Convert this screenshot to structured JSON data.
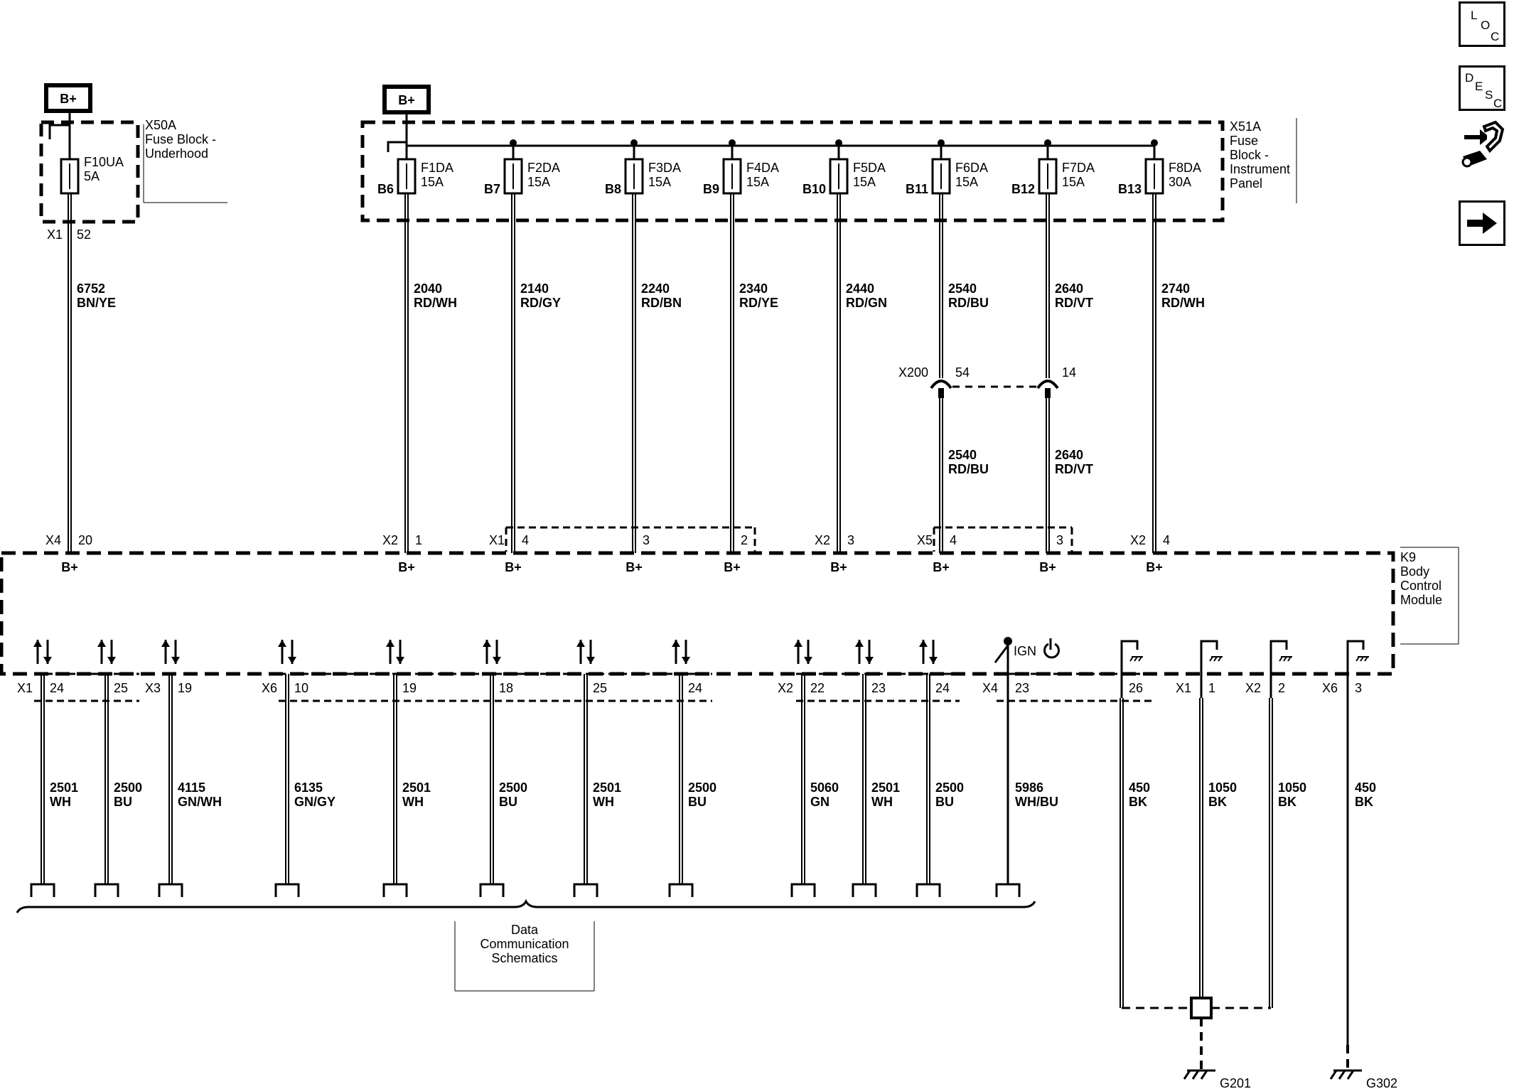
{
  "power": {
    "label": "B+"
  },
  "fuse_block_underhood": {
    "name": [
      "X50A",
      "Fuse Block -",
      "Underhood"
    ],
    "fuse": {
      "id": "F10UA",
      "rating": "5A"
    },
    "connector": "X1",
    "pin": "52"
  },
  "fuse_block_ip": {
    "name": [
      "X51A",
      "Fuse",
      "Block -",
      "Instrument",
      "Panel"
    ],
    "fuses": [
      {
        "pin": "B6",
        "id": "F1DA",
        "rating": "15A"
      },
      {
        "pin": "B7",
        "id": "F2DA",
        "rating": "15A"
      },
      {
        "pin": "B8",
        "id": "F3DA",
        "rating": "15A"
      },
      {
        "pin": "B9",
        "id": "F4DA",
        "rating": "15A"
      },
      {
        "pin": "B10",
        "id": "F5DA",
        "rating": "15A"
      },
      {
        "pin": "B11",
        "id": "F6DA",
        "rating": "15A"
      },
      {
        "pin": "B12",
        "id": "F7DA",
        "rating": "15A"
      },
      {
        "pin": "B13",
        "id": "F8DA",
        "rating": "30A"
      }
    ]
  },
  "upper_wires": [
    {
      "circuit": "6752",
      "color": "BN/YE"
    },
    {
      "circuit": "2040",
      "color": "RD/WH"
    },
    {
      "circuit": "2140",
      "color": "RD/GY"
    },
    {
      "circuit": "2240",
      "color": "RD/BN"
    },
    {
      "circuit": "2340",
      "color": "RD/YE"
    },
    {
      "circuit": "2440",
      "color": "RD/GN"
    },
    {
      "circuit": "2540",
      "color": "RD/BU"
    },
    {
      "circuit": "2640",
      "color": "RD/VT"
    },
    {
      "circuit": "2740",
      "color": "RD/WH"
    }
  ],
  "inline_connector": {
    "name": "X200",
    "pins": [
      "54",
      "14"
    ],
    "wires": [
      {
        "circuit": "2540",
        "color": "RD/BU"
      },
      {
        "circuit": "2640",
        "color": "RD/VT"
      }
    ]
  },
  "module_upper_pins": [
    {
      "connector": "X4",
      "pin": "20"
    },
    {
      "connector": "X2",
      "pin": "1"
    },
    {
      "connector": "X1",
      "pin": "4"
    },
    {
      "connector": "",
      "pin": "3"
    },
    {
      "connector": "",
      "pin": "2"
    },
    {
      "connector": "X2",
      "pin": "3"
    },
    {
      "connector": "X5",
      "pin": "4"
    },
    {
      "connector": "",
      "pin": "3"
    },
    {
      "connector": "X2",
      "pin": "4"
    }
  ],
  "module": {
    "name": [
      "K9",
      "Body",
      "Control",
      "Module"
    ],
    "bplus": "B+",
    "ign": "IGN"
  },
  "lower_pins": [
    {
      "connector": "X1",
      "pin": "24",
      "circuit": "2501",
      "color": "WH"
    },
    {
      "connector": "",
      "pin": "25",
      "circuit": "2500",
      "color": "BU"
    },
    {
      "connector": "X3",
      "pin": "19",
      "circuit": "4115",
      "color": "GN/WH"
    },
    {
      "connector": "X6",
      "pin": "10",
      "circuit": "6135",
      "color": "GN/GY"
    },
    {
      "connector": "",
      "pin": "19",
      "circuit": "2501",
      "color": "WH"
    },
    {
      "connector": "",
      "pin": "18",
      "circuit": "2500",
      "color": "BU"
    },
    {
      "connector": "",
      "pin": "25",
      "circuit": "2501",
      "color": "WH"
    },
    {
      "connector": "",
      "pin": "24",
      "circuit": "2500",
      "color": "BU"
    },
    {
      "connector": "X2",
      "pin": "22",
      "circuit": "5060",
      "color": "GN"
    },
    {
      "connector": "",
      "pin": "23",
      "circuit": "2501",
      "color": "WH"
    },
    {
      "connector": "",
      "pin": "24",
      "circuit": "2500",
      "color": "BU"
    },
    {
      "connector": "X4",
      "pin": "23",
      "circuit": "5986",
      "color": "WH/BU"
    }
  ],
  "ground_pins": [
    {
      "connector": "",
      "pin": "26",
      "circuit": "450",
      "color": "BK"
    },
    {
      "connector": "X1",
      "pin": "1",
      "circuit": "1050",
      "color": "BK"
    },
    {
      "connector": "X2",
      "pin": "2",
      "circuit": "1050",
      "color": "BK"
    },
    {
      "connector": "X6",
      "pin": "3",
      "circuit": "450",
      "color": "BK"
    }
  ],
  "grounds": [
    "G201",
    "G302"
  ],
  "data_comm": [
    "Data",
    "Communication",
    "Schematics"
  ],
  "side_buttons": {
    "loc": [
      "L",
      "O",
      "C"
    ],
    "desc": [
      "D",
      "E",
      "S",
      "C"
    ]
  }
}
